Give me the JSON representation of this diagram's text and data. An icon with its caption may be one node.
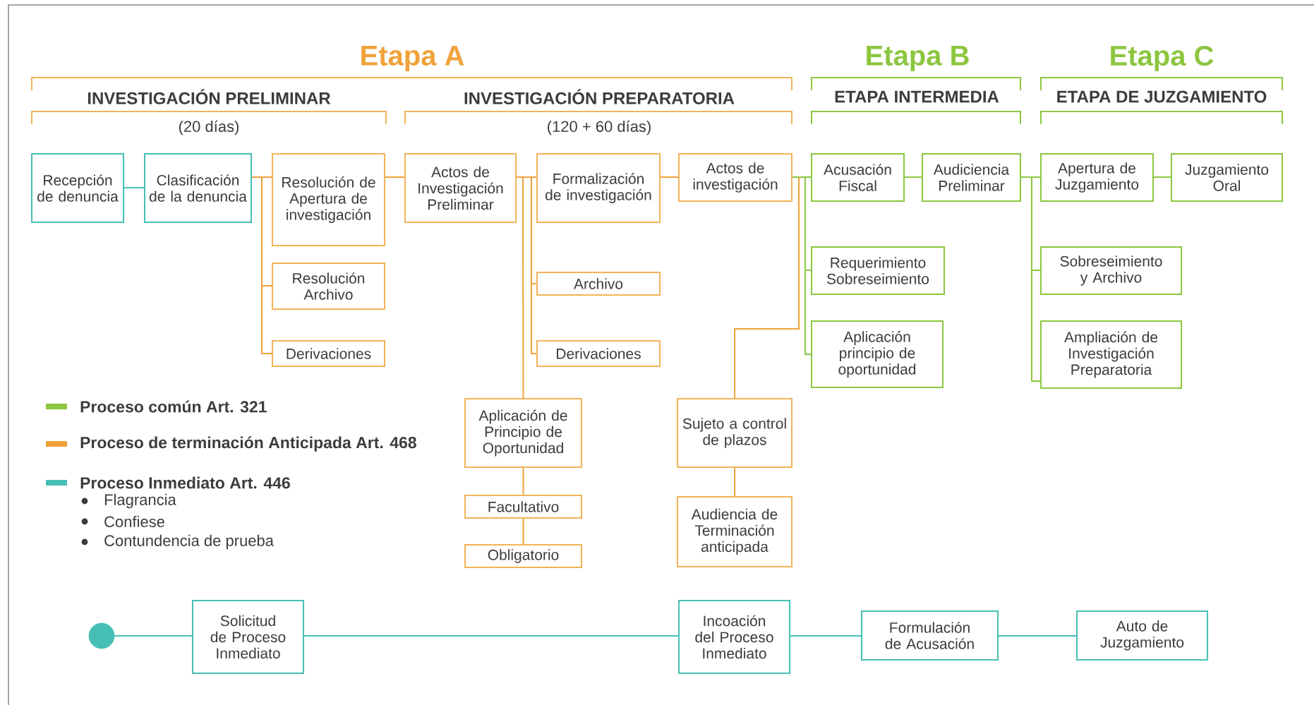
{
  "diagram": {
    "nodes": [
      {
        "text": [
          "Recepción de denuncia"
        ]
      },
      {
        "text": [
          "Clasificación de la denuncia"
        ]
      },
      {
        "text": [
          "Resolución de Apertura de investigación"
        ]
      },
      {
        "text": [
          "Resolución Archivo"
        ]
      },
      {
        "text": [
          "Derivaciones"
        ]
      },
      {
        "text": [
          "Actos de Investigación Preliminar"
        ]
      },
      {
        "text": [
          "Formalización de investigación"
        ]
      },
      {
        "text": [
          "Archivo"
        ]
      },
      {
        "text": [
          "Derivaciones"
        ]
      },
      {
        "text": [
          "Actos de investigación"
        ]
      },
      {
        "text": [
          "Aplicación de Principio de Oportunidad"
        ]
      },
      {
        "text": [
          "Facultativo"
        ]
      },
      {
        "text": [
          "Obligatorio"
        ]
      },
      {
        "text": [
          "Sujeto a control de plazos"
        ]
      },
      {
        "text": [
          "Audiencia de Terminación anticipada"
        ]
      },
      {
        "text": [
          "Acusación Fiscal"
        ]
      },
      {
        "text": [
          "Audiciencia Preliminar"
        ]
      },
      {
        "text": [
          "Requerimiento Sobreseimiento"
        ]
      },
      {
        "text": [
          "Aplicación principio de oportunidad"
        ]
      },
      {
        "text": [
          "Apertura de Juzgamiento"
        ]
      },
      {
        "text": [
          "Juzgamiento Oral"
        ]
      },
      {
        "text": [
          "Sobreseimiento y Archivo"
        ]
      },
      {
        "text": [
          "Ampliación de Investigación Preparatoria"
        ]
      },
      {
        "text": [],
        "shape": "circle"
      },
      {
        "text": [
          "Solicitud de Proceso Inmediato"
        ]
      },
      {
        "text": [
          "Incoación del Proceso Inmediato"
        ]
      },
      {
        "text": [
          "Formulación de Acusación"
        ]
      },
      {
        "text": [
          "Auto de Juzgamiento"
        ]
      }
    ],
    "edges": [
      {
        "from": 0,
        "to": 1,
        "arrow": "none",
        "color": "#45bfb5"
      },
      {
        "from": 1,
        "to": 2,
        "arrow": "none"
      },
      {
        "from": 1,
        "to": 3,
        "arrow": "none"
      },
      {
        "from": 1,
        "to": 4,
        "arrow": "none"
      },
      {
        "from": 2,
        "to": 5,
        "arrow": "none"
      },
      {
        "from": 5,
        "to": 6,
        "arrow": "none"
      },
      {
        "from": 5,
        "to": 7,
        "arrow": "none"
      },
      {
        "from": 5,
        "to": 8,
        "arrow": "none"
      },
      {
        "from": 5,
        "to": 10,
        "arrow": "none"
      },
      {
        "from": 6,
        "to": 9,
        "arrow": "none"
      },
      {
        "from": 10,
        "to": 11,
        "arrow": "none"
      },
      {
        "from": 11,
        "to": 12,
        "arrow": "none"
      },
      {
        "from": 9,
        "to": 13,
        "arrow": "none"
      },
      {
        "from": 13,
        "to": 14,
        "arrow": "none"
      },
      {
        "from": 9,
        "to": 15,
        "arrow": "none",
        "color": "#8cc63f"
      },
      {
        "from": 9,
        "to": 17,
        "arrow": "none",
        "color": "#8cc63f"
      },
      {
        "from": 9,
        "to": 18,
        "arrow": "none",
        "color": "#8cc63f"
      },
      {
        "from": 15,
        "to": 16,
        "arrow": "none",
        "color": "#8cc63f"
      },
      {
        "from": 16,
        "to": 19,
        "arrow": "none",
        "color": "#8cc63f"
      },
      {
        "from": 16,
        "to": 21,
        "arrow": "none",
        "color": "#8cc63f"
      },
      {
        "from": 16,
        "to": 22,
        "arrow": "none",
        "color": "#8cc63f"
      },
      {
        "from": 19,
        "to": 20,
        "arrow": "none",
        "color": "#8cc63f"
      },
      {
        "from": 23,
        "to": 24,
        "arrow": "none",
        "color": "#45bfb5"
      },
      {
        "from": 24,
        "to": 25,
        "arrow": "none",
        "color": "#45bfb5"
      },
      {
        "from": 25,
        "to": 26,
        "arrow": "none",
        "color": "#45bfb5"
      },
      {
        "from": 26,
        "to": 27,
        "arrow": "none",
        "color": "#45bfb5"
      }
    ],
    "labels": [
      "Etapa A",
      "Etapa B",
      "Etapa C",
      "INVESTIGACIÓN PRELIMINAR",
      "INVESTIGACIÓN PREPARATORIA",
      "ETAPA INTERMEDIA",
      "ETAPA DE JUZGAMIENTO",
      "(20 días)",
      "(120 + 60 días)",
      "Flagrancia",
      "Confiese",
      "Contundencia de prueba"
    ],
    "legend": [
      {
        "text": "Proceso común Art. 321",
        "color": "#8cc63f"
      },
      {
        "text": "Proceso de terminación Anticipada Art. 468",
        "color": "#f0a23a"
      },
      {
        "text": "Proceso Inmediato Art. 446",
        "color": "#45bfb5"
      }
    ]
  }
}
